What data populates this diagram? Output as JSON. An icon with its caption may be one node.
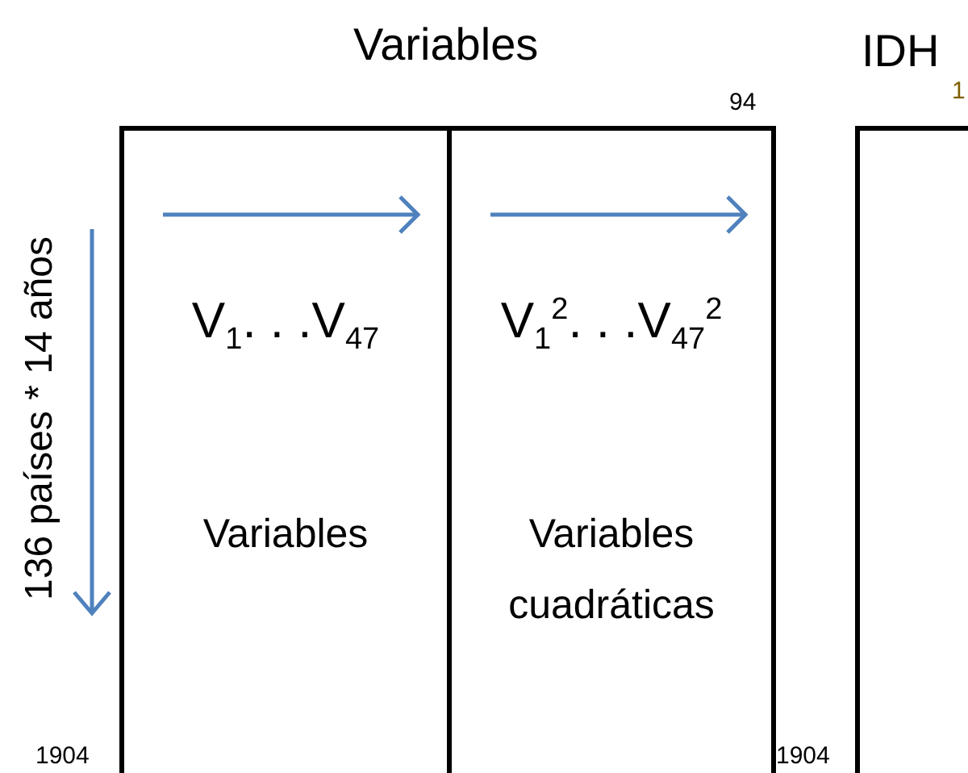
{
  "diagram": {
    "nodes": [
      {
        "text": [
          "V$_{1}$. . .V$_{47}$",
          "Variables"
        ]
      },
      {
        "text": [
          "V$_{1}$$^{2}$. . .V$_{47}$$^{2}$",
          "Variables cuadráticas"
        ]
      },
      {
        "text": [
          "IDH"
        ]
      }
    ],
    "edges": [],
    "labels": [
      "Variables",
      "94",
      "1",
      "136 países * 14 años",
      "1904",
      "1904"
    ]
  }
}
